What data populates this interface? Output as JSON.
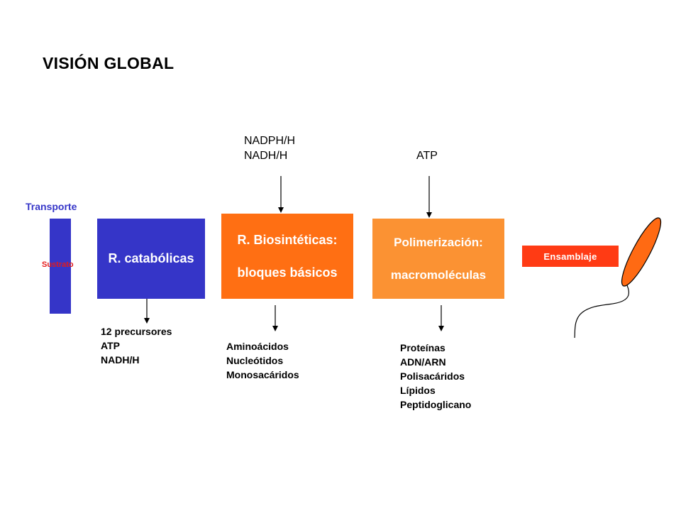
{
  "title": "VISIÓN GLOBAL",
  "transport": {
    "label": "Transporte",
    "substrate_label": "Sustrato"
  },
  "catabolic": {
    "label": "R. catabólicas",
    "outputs": [
      "12 precursores",
      "ATP",
      "NADH/H"
    ]
  },
  "biosynthetic": {
    "inputs": [
      "NADPH/H",
      "NADH/H"
    ],
    "line1": "R. Biosintéticas:",
    "line2": "bloques básicos",
    "outputs": [
      "Aminoácidos",
      "Nucleótidos",
      "Monosacáridos"
    ]
  },
  "polymerization": {
    "input": "ATP",
    "line1": "Polimerización:",
    "line2": "macromoléculas",
    "outputs": [
      "Proteínas",
      "ADN/ARN",
      "Polisacáridos",
      "Lípidos",
      "Peptidoglicano"
    ]
  },
  "assembly": {
    "label": "Ensamblaje"
  },
  "colors": {
    "blue": "#3535c8",
    "orange_dark": "#ff6f13",
    "orange_light": "#fb9233",
    "red": "#ff3b14",
    "substrate_red": "#e41b1b"
  },
  "icons": {
    "bacterium": "bacterium-icon"
  }
}
